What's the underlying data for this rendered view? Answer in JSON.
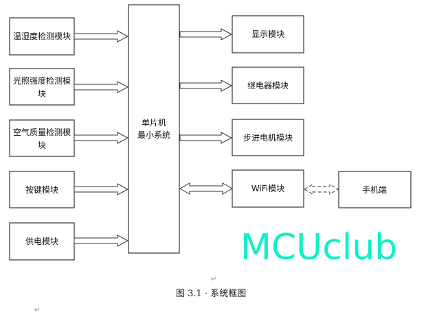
{
  "inputs": [
    "温湿度检测模块",
    [
      "光照强度检测模",
      "块"
    ],
    [
      "空气质量检测模",
      "块"
    ],
    "按键模块",
    "供电模块"
  ],
  "center": [
    "单片机",
    "最小系统"
  ],
  "outputs": [
    "显示模块",
    "继电器模块",
    "步进电机模块",
    "WiFi模块"
  ],
  "phone": "手机端",
  "caption": "图 3.1 · 系统框图",
  "watermark": "MCUclub",
  "paragraph_mark": "↵",
  "colors": {
    "watermark": "#10f0c8",
    "stroke": "#333333"
  }
}
